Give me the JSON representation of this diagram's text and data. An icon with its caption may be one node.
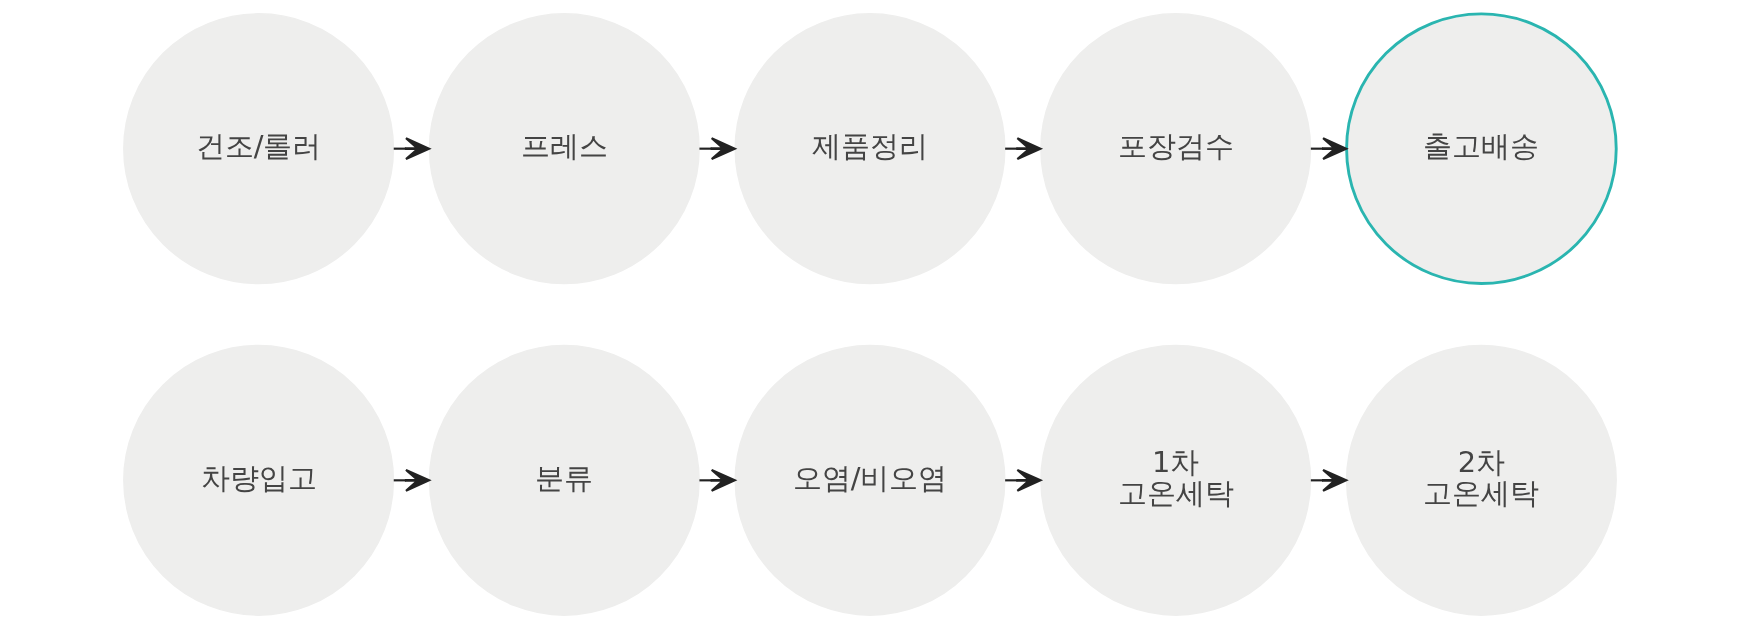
{
  "diagram": {
    "nodes": [
      {
        "text": [
          "차량입고"
        ]
      },
      {
        "text": [
          "분류"
        ]
      },
      {
        "text": [
          "오염/비오염"
        ]
      },
      {
        "text": [
          "1차 고온세탁"
        ]
      },
      {
        "text": [
          "2차 고온세탁"
        ]
      },
      {
        "text": [
          "건조/롤러"
        ]
      },
      {
        "text": [
          "프레스"
        ]
      },
      {
        "text": [
          "제품정리"
        ]
      },
      {
        "text": [
          "포장검수"
        ]
      },
      {
        "text": [
          "출고배송"
        ]
      }
    ],
    "edges": [
      {
        "from": 0,
        "to": 1,
        "arrow": "to"
      },
      {
        "from": 1,
        "to": 2,
        "arrow": "to"
      },
      {
        "from": 2,
        "to": 3,
        "arrow": "to"
      },
      {
        "from": 3,
        "to": 4,
        "arrow": "to"
      },
      {
        "from": 5,
        "to": 6,
        "arrow": "to"
      },
      {
        "from": 6,
        "to": 7,
        "arrow": "to"
      },
      {
        "from": 7,
        "to": 8,
        "arrow": "to"
      },
      {
        "from": 8,
        "to": 9,
        "arrow": "to"
      }
    ]
  }
}
